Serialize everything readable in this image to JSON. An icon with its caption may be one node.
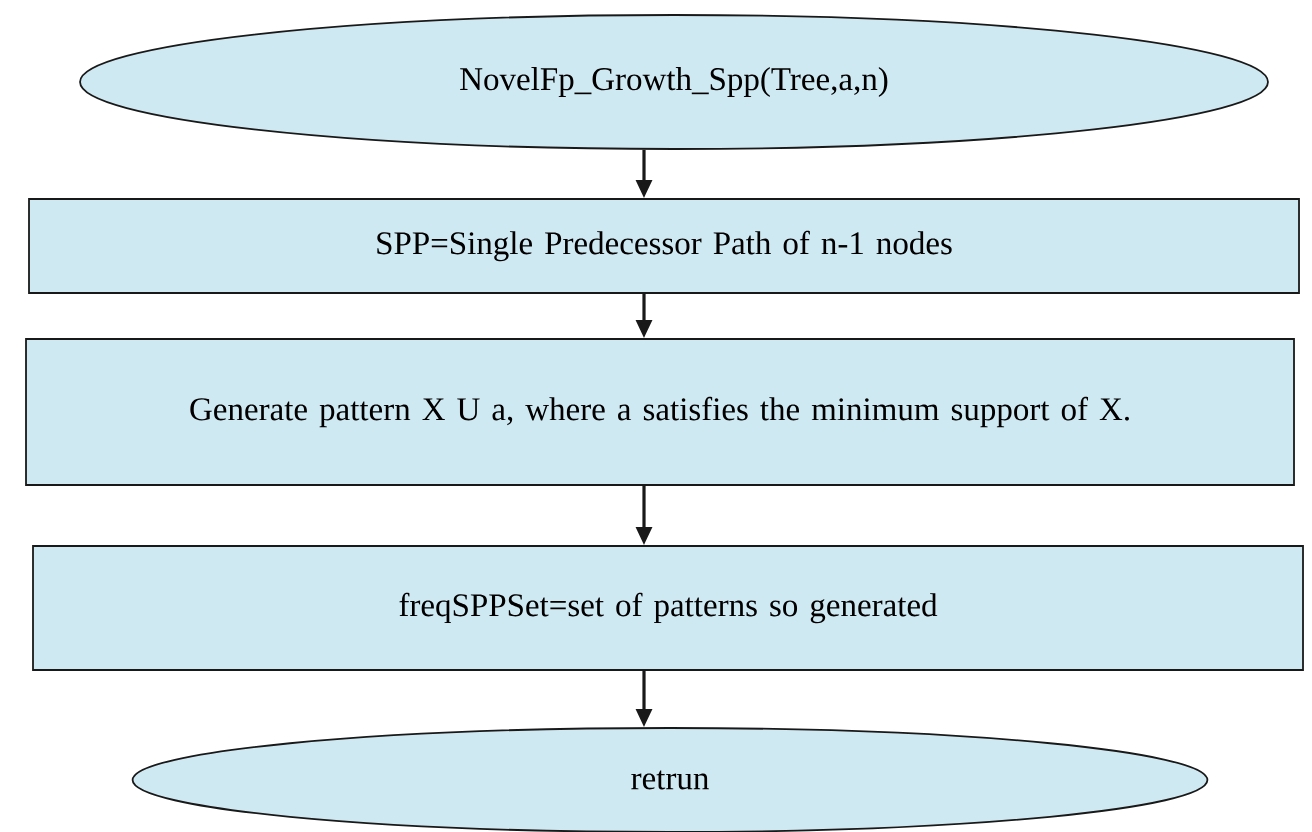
{
  "diagram": {
    "nodes": [
      {
        "text": [
          "NovelFp_Growth_Spp(Tree,a,n)"
        ]
      },
      {
        "text": [
          "SPP=Single Predecessor Path of n-1 nodes"
        ]
      },
      {
        "text": [
          "Generate pattern X U a, where a satisfies the minimum support of X."
        ]
      },
      {
        "text": [
          "freqSPPSet=set of patterns so generated"
        ]
      },
      {
        "text": [
          "retrun"
        ]
      }
    ],
    "edges": [
      {
        "from": 0,
        "to": 1,
        "arrow": "to"
      },
      {
        "from": 1,
        "to": 2,
        "arrow": "to"
      },
      {
        "from": 2,
        "to": 3,
        "arrow": "to"
      },
      {
        "from": 3,
        "to": 4,
        "arrow": "to"
      }
    ]
  }
}
